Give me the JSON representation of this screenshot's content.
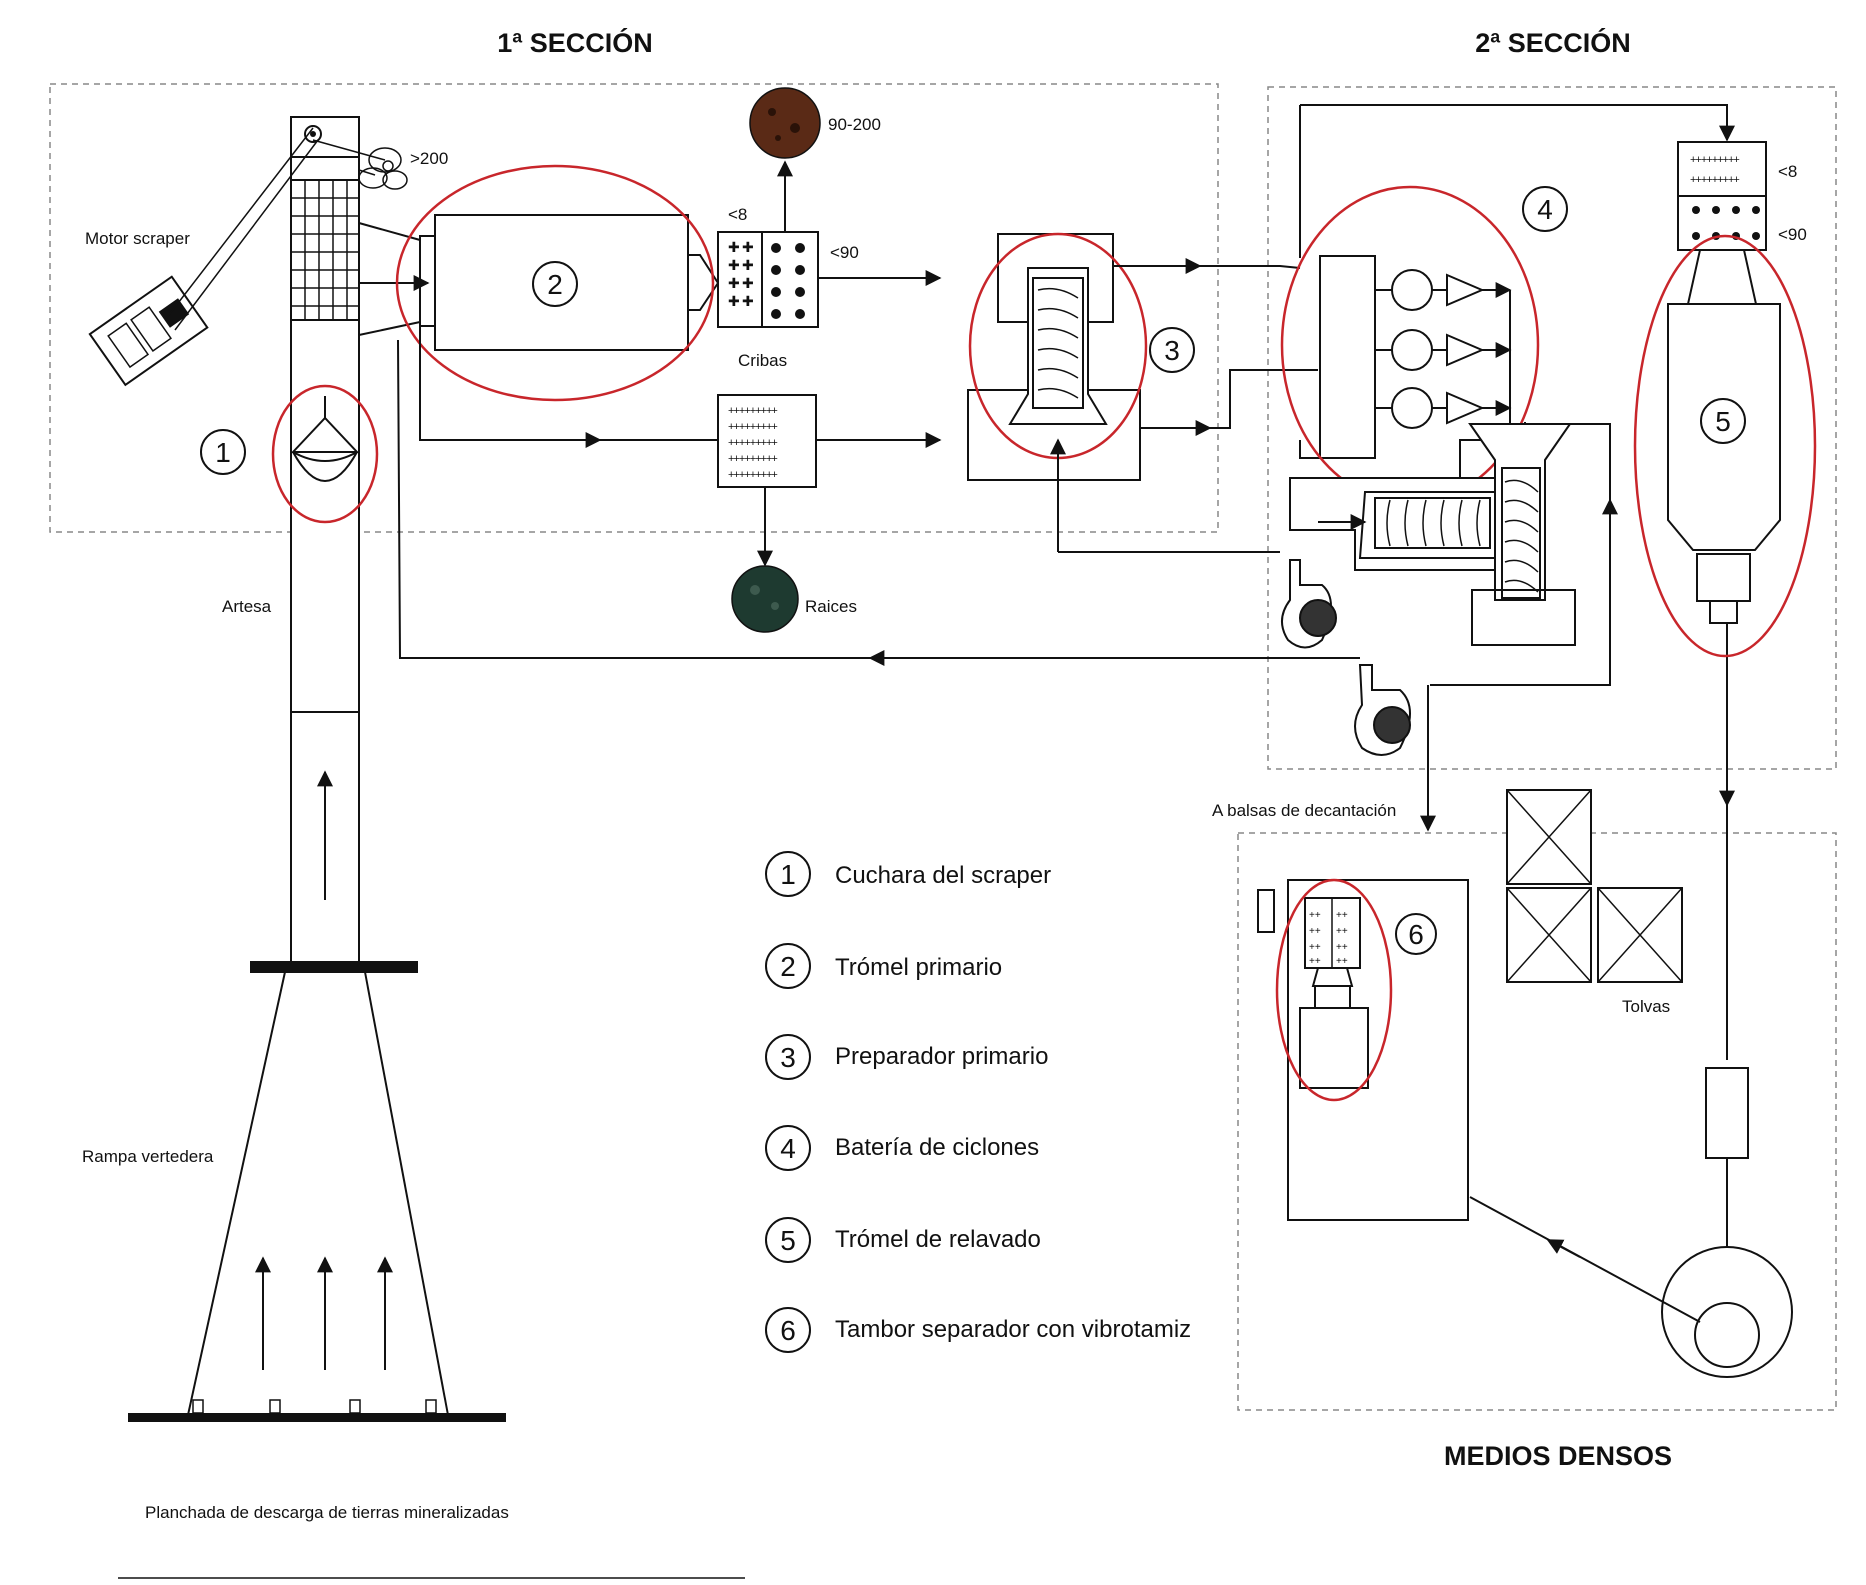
{
  "sections": {
    "first": "1ª SECCIÓN",
    "second": "2ª SECCIÓN",
    "dense_media": "MEDIOS DENSOS"
  },
  "labels": {
    "motor_scraper": "Motor scraper",
    "gt200": ">200",
    "size_90_200": "90-200",
    "lt8_first": "<8",
    "lt90_first": "<90",
    "cribas": "Cribas",
    "raices": "Raices",
    "artesa": "Artesa",
    "rampa": "Rampa vertedera",
    "planchada": "Planchada de descarga de tierras mineralizadas",
    "lt8_second": "<8",
    "lt90_second": "<90",
    "balsas": "A balsas de decantación",
    "tolvas": "Tolvas"
  },
  "markers": [
    "1",
    "2",
    "3",
    "4",
    "5",
    "6"
  ],
  "legend": [
    {
      "num": "1",
      "text": "Cuchara del scraper"
    },
    {
      "num": "2",
      "text": "Trómel primario"
    },
    {
      "num": "3",
      "text": "Preparador primario"
    },
    {
      "num": "4",
      "text": "Batería de ciclones"
    },
    {
      "num": "5",
      "text": "Trómel de relavado"
    },
    {
      "num": "6",
      "text": "Tambor separador con vibrotamiz"
    }
  ],
  "colors": {
    "highlight": "#c8262b",
    "stone_large": "#5a2a16",
    "stone_roots": "#1e3a30",
    "outline": "#111111",
    "section_border": "#888888"
  }
}
